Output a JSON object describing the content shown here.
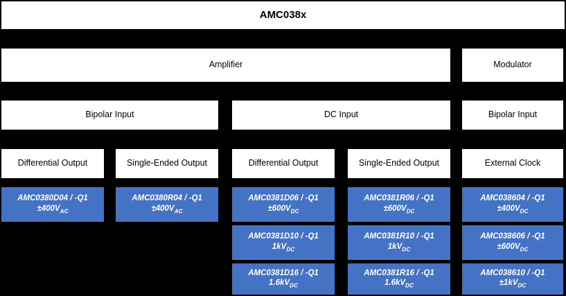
{
  "title": {
    "label": "AMC038x"
  },
  "colors": {
    "background": "#000000",
    "box_fill": "#ffffff",
    "product_fill": "#4472C4",
    "product_text": "#FFFFFF",
    "box_text": "#000000"
  },
  "level_amplifier": [
    {
      "label": "Amplifier"
    },
    {
      "label": "Modulator"
    }
  ],
  "level_input": [
    {
      "label": "Bipolar Input"
    },
    {
      "label": "DC Input"
    },
    {
      "label": "Bipolar Input"
    }
  ],
  "level_output": [
    {
      "label": "Differential Output"
    },
    {
      "label": "Single-Ended Output"
    },
    {
      "label": "Differential Output"
    },
    {
      "label": "Single-Ended Output"
    },
    {
      "label": "External Clock"
    }
  ],
  "products": {
    "col1": [
      {
        "part": "AMC0380D04 / -Q1",
        "rating_value": "±400V",
        "rating_sub": "AC"
      }
    ],
    "col2": [
      {
        "part": "AMC0380R04 / -Q1",
        "rating_value": "±400V",
        "rating_sub": "AC"
      }
    ],
    "col3": [
      {
        "part": "AMC0381D06 / -Q1",
        "rating_value": "±600V",
        "rating_sub": "DC"
      },
      {
        "part": "AMC0381D10 / -Q1",
        "rating_value": "1kV",
        "rating_sub": "DC"
      },
      {
        "part": "AMC0381D16 / -Q1",
        "rating_value": "1.6kV",
        "rating_sub": "DC"
      }
    ],
    "col4": [
      {
        "part": "AMC0381R06 / -Q1",
        "rating_value": "±600V",
        "rating_sub": "DC"
      },
      {
        "part": "AMC0381R10 / -Q1",
        "rating_value": "1kV",
        "rating_sub": "DC"
      },
      {
        "part": "AMC0381R16 / -Q1",
        "rating_value": "1.6kV",
        "rating_sub": "DC"
      }
    ],
    "col5": [
      {
        "part": "AMC038604 / -Q1",
        "rating_value": "±400V",
        "rating_sub": "DC"
      },
      {
        "part": "AMC038606 / -Q1",
        "rating_value": "±600V",
        "rating_sub": "DC"
      },
      {
        "part": "AMC038610 / -Q1",
        "rating_value": "±1kV",
        "rating_sub": "DC"
      }
    ]
  }
}
